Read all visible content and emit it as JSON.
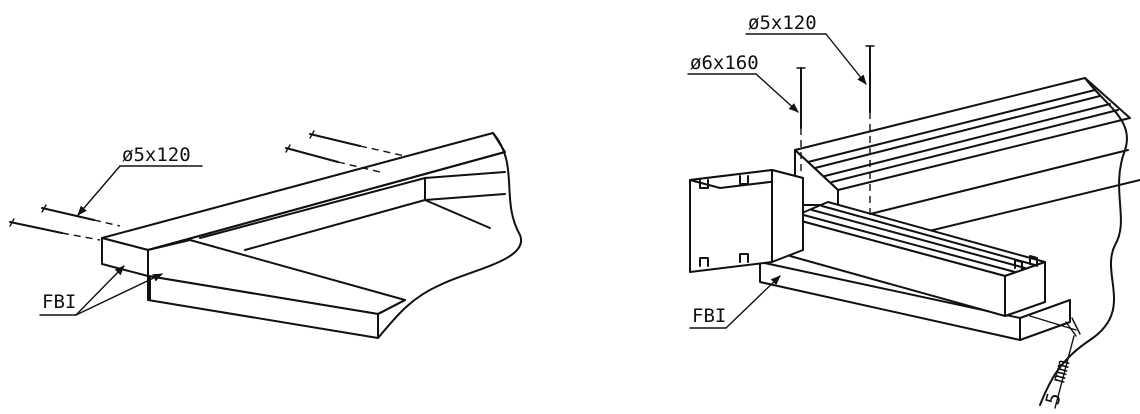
{
  "left_figure": {
    "screw_label": "ø5x120",
    "part_label": "FBI"
  },
  "right_figure": {
    "screw_label_long": "ø6x160",
    "screw_label_short": "ø5x120",
    "part_label": "FBI",
    "gap_label": "5 mm"
  }
}
